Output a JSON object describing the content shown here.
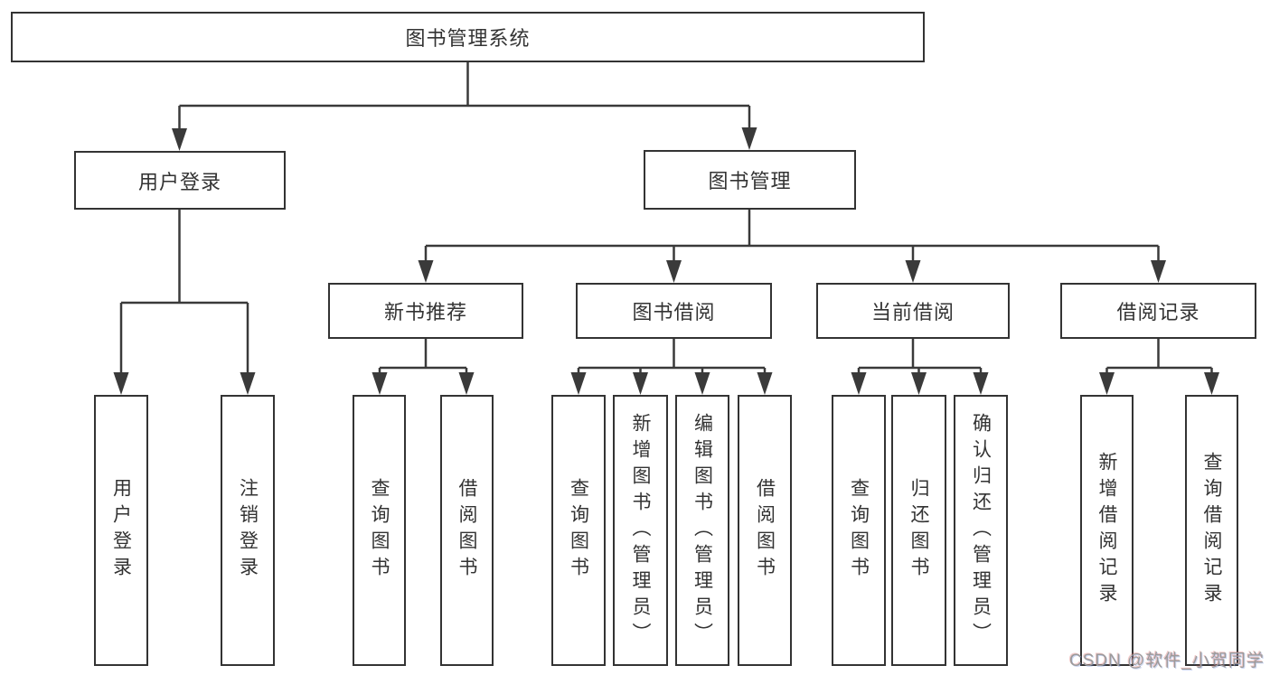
{
  "diagram": {
    "title": "图书管理系统",
    "type": "hierarchy-tree",
    "colors": {
      "line": "#3a3a3a",
      "border": "#333333",
      "text": "#333333",
      "background": "#ffffff",
      "watermark": "#9b9b9b"
    },
    "nodes": {
      "root": {
        "label": "图书管理系统"
      },
      "user_login": {
        "label": "用户登录"
      },
      "book_mgmt": {
        "label": "图书管理"
      },
      "new_book_rec": {
        "label": "新书推荐"
      },
      "book_borrow": {
        "label": "图书借阅"
      },
      "current_borrow": {
        "label": "当前借阅"
      },
      "borrow_record": {
        "label": "借阅记录"
      },
      "leaf_user_login": {
        "label": "用户登录"
      },
      "leaf_logout": {
        "label": "注销登录"
      },
      "leaf_query_book_rec": {
        "label": "查询图书"
      },
      "leaf_borrow_book_rec": {
        "label": "借阅图书"
      },
      "leaf_query_book_borrow": {
        "label": "查询图书"
      },
      "leaf_add_book": {
        "label": "新增图书（管理员）"
      },
      "leaf_edit_book": {
        "label": "编辑图书（管理员）"
      },
      "leaf_borrow_book_borrow": {
        "label": "借阅图书"
      },
      "leaf_query_book_current": {
        "label": "查询图书"
      },
      "leaf_return_book": {
        "label": "归还图书"
      },
      "leaf_confirm_return": {
        "label": "确认归还（管理员）"
      },
      "leaf_add_record": {
        "label": "新增借阅记录"
      },
      "leaf_query_record": {
        "label": "查询借阅记录"
      }
    },
    "hierarchy": {
      "图书管理系统": {
        "用户登录": [
          "用户登录",
          "注销登录"
        ],
        "图书管理": {
          "新书推荐": [
            "查询图书",
            "借阅图书"
          ],
          "图书借阅": [
            "查询图书",
            "新增图书（管理员）",
            "编辑图书（管理员）",
            "借阅图书"
          ],
          "当前借阅": [
            "查询图书",
            "归还图书",
            "确认归还（管理员）"
          ],
          "借阅记录": [
            "新增借阅记录",
            "查询借阅记录"
          ]
        }
      }
    },
    "watermark": "CSDN @软件_小贺同学"
  }
}
